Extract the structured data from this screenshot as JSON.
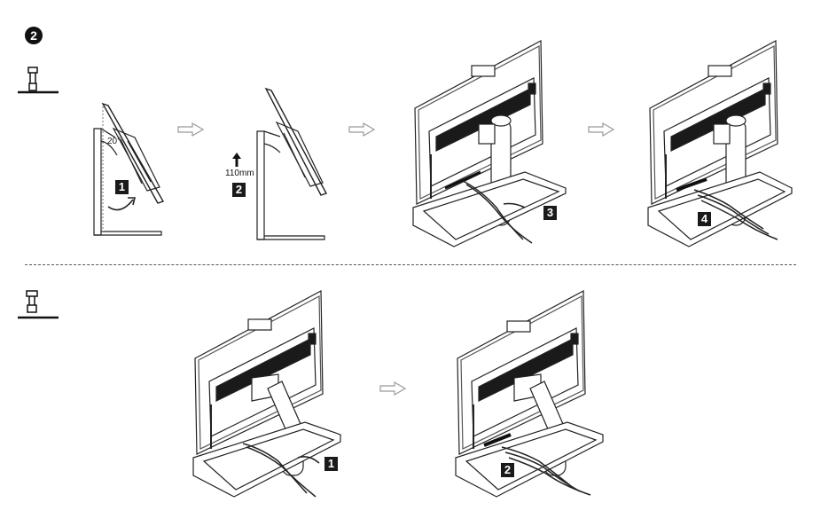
{
  "section_number": "2",
  "top_row": {
    "steps": [
      {
        "badge": "1",
        "angle_label": "20°"
      },
      {
        "badge": "2",
        "lift_label": "110mm"
      },
      {
        "badge": "3"
      },
      {
        "badge": "4"
      }
    ]
  },
  "bottom_row": {
    "steps": [
      {
        "badge": "1"
      },
      {
        "badge": "2"
      }
    ]
  },
  "icons": {
    "top_stand": "height-adjustable-stand-icon",
    "bottom_stand": "tilt-stand-icon",
    "arrow": "outline-right-arrow-icon"
  }
}
